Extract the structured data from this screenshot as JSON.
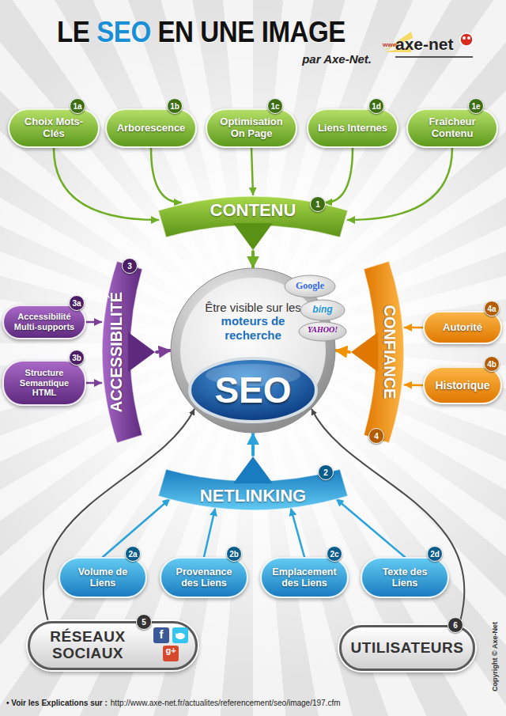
{
  "diagram": {
    "title": "LE SEO EN UNE IMAGE",
    "nodes": [
      {
        "text": [
          "Choix Mots-Clés"
        ]
      },
      {
        "text": [
          "Arborescence"
        ]
      },
      {
        "text": [
          "Optimisation On Page"
        ]
      },
      {
        "text": [
          "Liens Internes"
        ]
      },
      {
        "text": [
          "Fraîcheur Contenu"
        ]
      },
      {
        "text": [
          "CONTENU"
        ]
      },
      {
        "text": [
          "ACCESSIBILITÉ"
        ]
      },
      {
        "text": [
          "Accessibilité Multi-supports"
        ]
      },
      {
        "text": [
          "Structure Semantique HTML"
        ]
      },
      {
        "text": [
          "Être visible sur les moteurs de recherche",
          "SEO"
        ]
      },
      {
        "text": [
          "CONFIANCE"
        ]
      },
      {
        "text": [
          "Autorité"
        ]
      },
      {
        "text": [
          "Historique"
        ]
      },
      {
        "text": [
          "NETLINKING"
        ]
      },
      {
        "text": [
          "Volume de Liens"
        ]
      },
      {
        "text": [
          "Provenance des Liens"
        ]
      },
      {
        "text": [
          "Emplacement des Liens"
        ]
      },
      {
        "text": [
          "Texte des Liens"
        ]
      },
      {
        "text": [
          "RÉSEAUX SOCIAUX"
        ]
      },
      {
        "text": [
          "UTILISATEURS"
        ]
      }
    ],
    "edges": [
      {
        "from": 0,
        "to": 5,
        "arrow": "to"
      },
      {
        "from": 1,
        "to": 5,
        "arrow": "to"
      },
      {
        "from": 2,
        "to": 5,
        "arrow": "to"
      },
      {
        "from": 3,
        "to": 5,
        "arrow": "to"
      },
      {
        "from": 4,
        "to": 5,
        "arrow": "to"
      },
      {
        "from": 5,
        "to": 9,
        "arrow": "to"
      },
      {
        "from": 7,
        "to": 6,
        "arrow": "to"
      },
      {
        "from": 8,
        "to": 6,
        "arrow": "to"
      },
      {
        "from": 6,
        "to": 9,
        "arrow": "to"
      },
      {
        "from": 11,
        "to": 10,
        "arrow": "to"
      },
      {
        "from": 12,
        "to": 10,
        "arrow": "to"
      },
      {
        "from": 10,
        "to": 9,
        "arrow": "to"
      },
      {
        "from": 14,
        "to": 13,
        "arrow": "to"
      },
      {
        "from": 15,
        "to": 13,
        "arrow": "to"
      },
      {
        "from": 16,
        "to": 13,
        "arrow": "to"
      },
      {
        "from": 17,
        "to": 13,
        "arrow": "to"
      },
      {
        "from": 13,
        "to": 9,
        "arrow": "to"
      },
      {
        "from": 18,
        "to": 9,
        "arrow": "to"
      },
      {
        "from": 19,
        "to": 9,
        "arrow": "to"
      }
    ],
    "labels": [
      "par Axe-Net.",
      "www",
      "axe-net",
      "1a",
      "1b",
      "1c",
      "1d",
      "1e",
      "1",
      "3",
      "3a",
      "3b",
      "Google",
      "bing",
      "YAHOO!",
      "4",
      "4a",
      "4b",
      "2",
      "2a",
      "2b",
      "2c",
      "2d",
      "5",
      "f",
      "g+",
      "6",
      "Copyright © Axe-Net",
      "• Voir les Explications sur :",
      "http://www.axe-net.fr/actualites/referencement/seo/image/197.cfm"
    ]
  }
}
